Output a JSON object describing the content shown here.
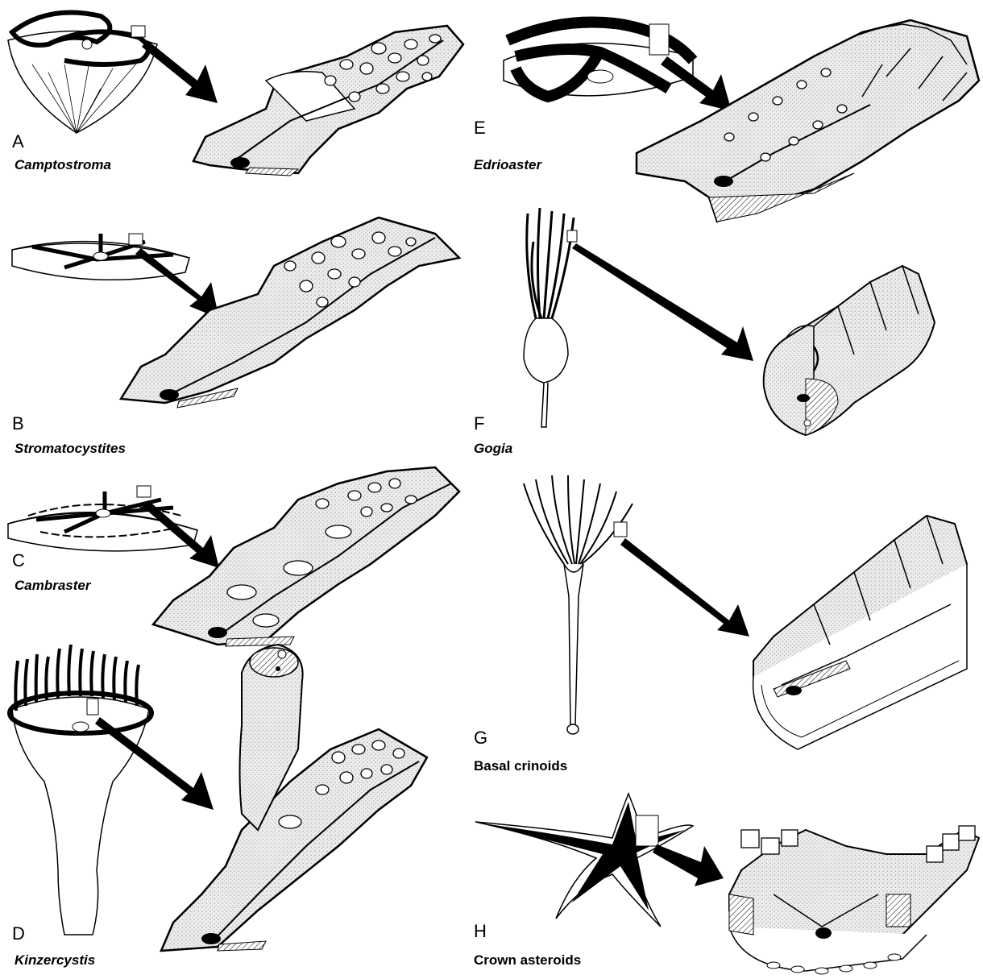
{
  "figure": {
    "panels": [
      {
        "letter": "A",
        "name": "Camptostroma",
        "italic": true
      },
      {
        "letter": "B",
        "name": "Stromatocystites",
        "italic": true
      },
      {
        "letter": "C",
        "name": "Cambraster",
        "italic": true
      },
      {
        "letter": "D",
        "name": "Kinzercystis",
        "italic": true
      },
      {
        "letter": "E",
        "name": "Edrioaster",
        "italic": true
      },
      {
        "letter": "F",
        "name": "Gogia",
        "italic": true
      },
      {
        "letter": "G",
        "name": "Basal crinoids",
        "italic": false
      },
      {
        "letter": "H",
        "name": "Crown asteroids",
        "italic": false
      }
    ],
    "colors": {
      "ink": "#000000",
      "stipple": "#e6e6e6",
      "paper": "#ffffff"
    }
  }
}
